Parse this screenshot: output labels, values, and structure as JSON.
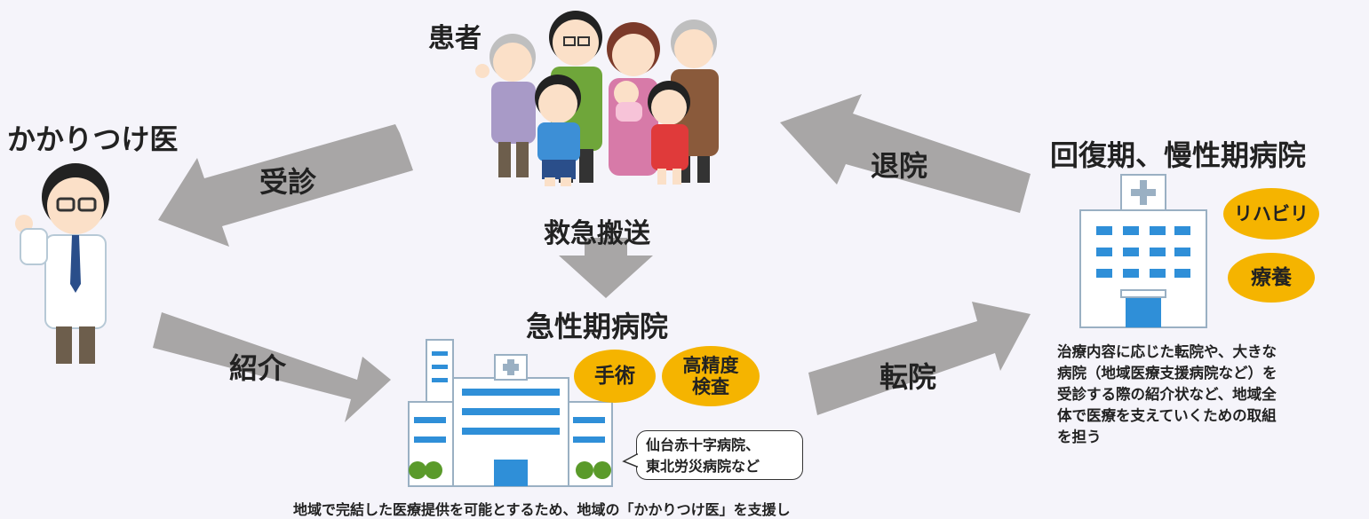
{
  "labels": {
    "patient": "患者",
    "gp": "かかりつけ医",
    "recovery_hospital": "回復期、慢性期病院",
    "acute_hospital": "急性期病院"
  },
  "arrows": {
    "consult": "受診",
    "referral": "紹介",
    "emergency": "救急搬送",
    "discharge": "退院",
    "transfer": "転院"
  },
  "badges": {
    "rehab": "リハビリ",
    "care": "療養",
    "surgery": "手術",
    "exam_line1": "高精度",
    "exam_line2": "検査"
  },
  "callout": {
    "line1": "仙台赤十字病院、",
    "line2": "東北労災病院など"
  },
  "recovery_description": [
    "治療内容に応じた転院や、大きな",
    "病院（地域医療支援病院など）を",
    "受診する際の紹介状など、地域全",
    "体で医療を支えていくための取組",
    "を担う"
  ],
  "bottom_text": "地域で完結した医療提供を可能とするため、地域の「かかりつけ医」を支援し"
}
